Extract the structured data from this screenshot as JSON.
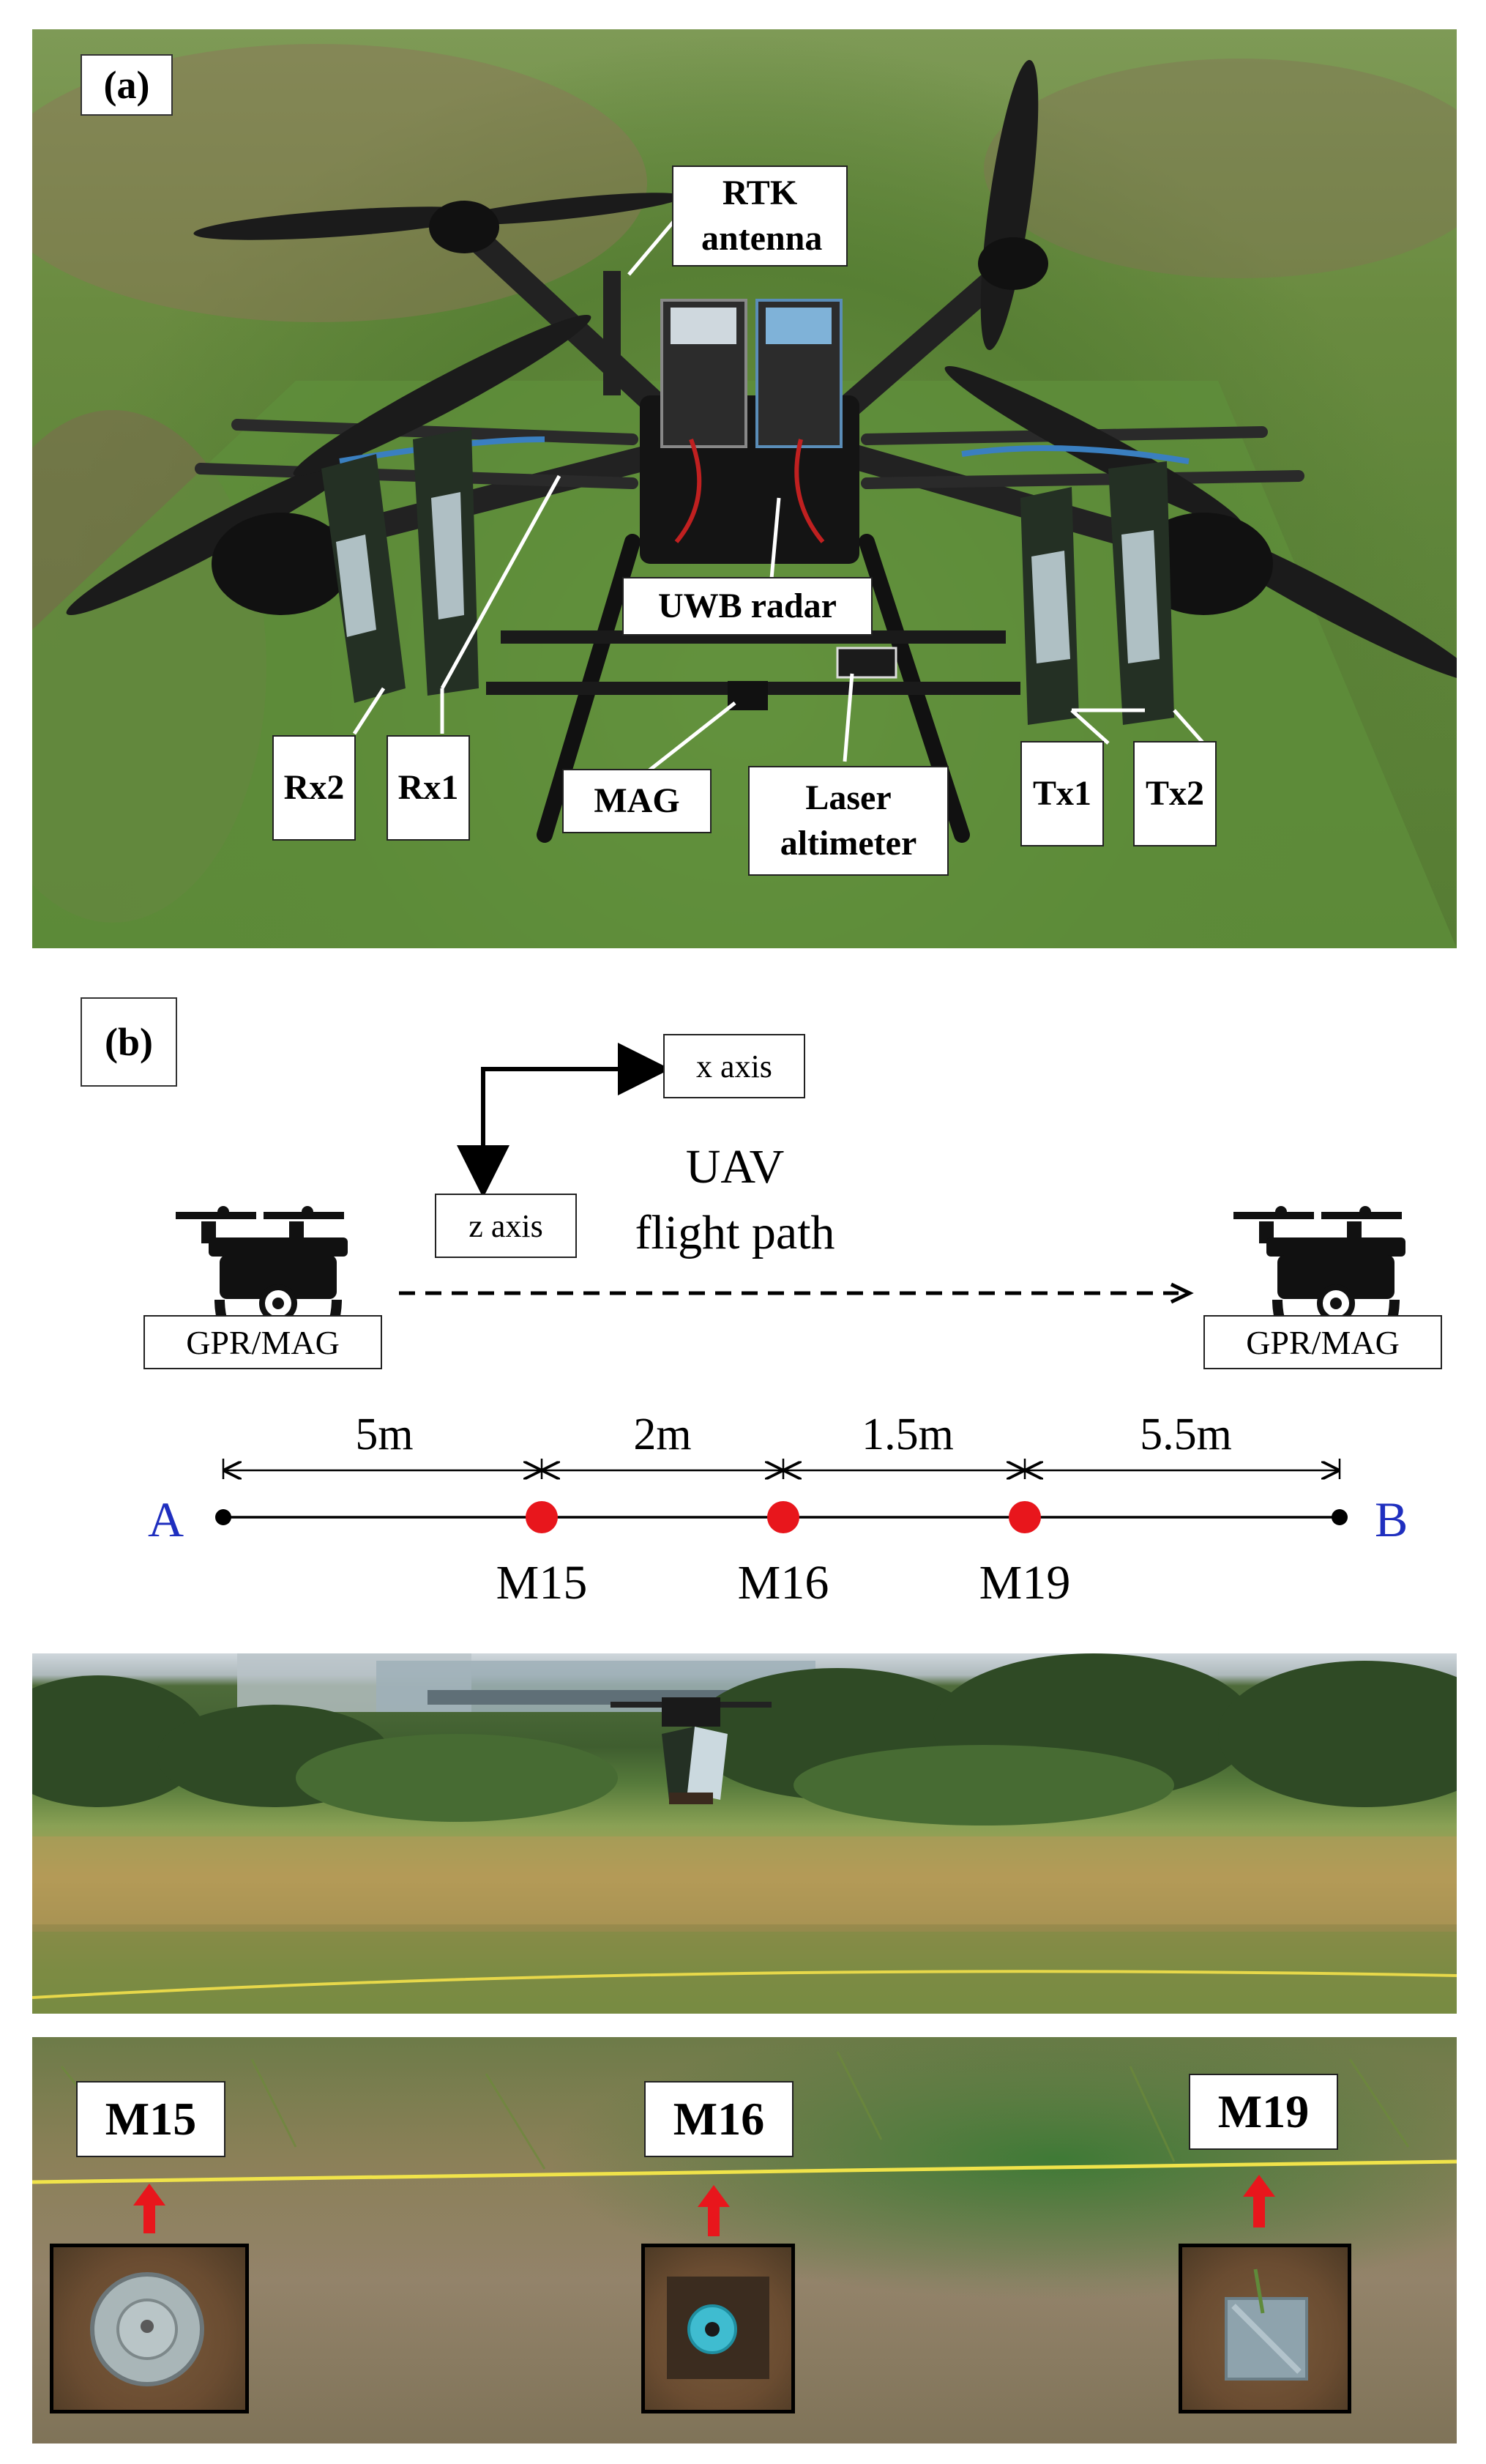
{
  "panel_a": {
    "tag": "(a)",
    "labels": {
      "rtk_antenna": "RTK antenna",
      "uwb_radar": "UWB radar",
      "rx2": "Rx2",
      "rx1": "Rx1",
      "mag": "MAG",
      "laser_altimeter": "Laser altimeter",
      "tx1": "Tx1",
      "tx2": "Tx2"
    }
  },
  "panel_b": {
    "tag": "(b)",
    "x_axis": "x axis",
    "z_axis": "z axis",
    "flight_path_line1": "UAV",
    "flight_path_line2": "flight path",
    "drone_left_label": "GPR/MAG",
    "drone_right_label": "GPR/MAG",
    "point_a": "A",
    "point_b": "B",
    "distances": [
      "5m",
      "2m",
      "1.5m",
      "5.5m"
    ],
    "markers": [
      "M15",
      "M16",
      "M19"
    ],
    "colors": {
      "marker": "#e8161c",
      "endpoint_label": "#1f2fbf"
    }
  },
  "ground_photo": {
    "labels": [
      "M15",
      "M16",
      "M19"
    ]
  }
}
